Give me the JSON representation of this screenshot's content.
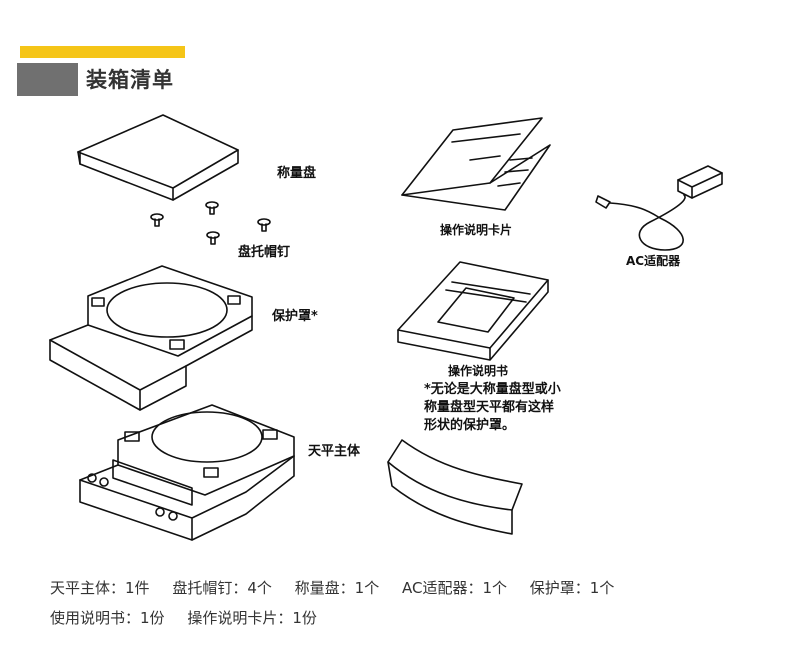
{
  "header": {
    "title": "装箱清单",
    "accent_color": "#f5c518",
    "block_color": "#707070"
  },
  "labels": {
    "weighing_pan": "称量盘",
    "pan_pins": "盘托帽钉",
    "draft_shield": "保护罩*",
    "main_unit": "天平主体",
    "operation_card": "操作说明卡片",
    "ac_adapter": "AC适配器",
    "manual": "操作说明书"
  },
  "note": {
    "lines": [
      "*无论是大称量盘型或小",
      "称量盘型天平都有这样",
      "形状的保护罩。"
    ]
  },
  "summary": {
    "line1": [
      "天平主体：1件",
      "盘托帽钉：4个",
      "称量盘：1个",
      "AC适配器：1个",
      "保护罩：1个"
    ],
    "line2": [
      "使用说明书：1份",
      "操作说明卡片：1份"
    ]
  }
}
